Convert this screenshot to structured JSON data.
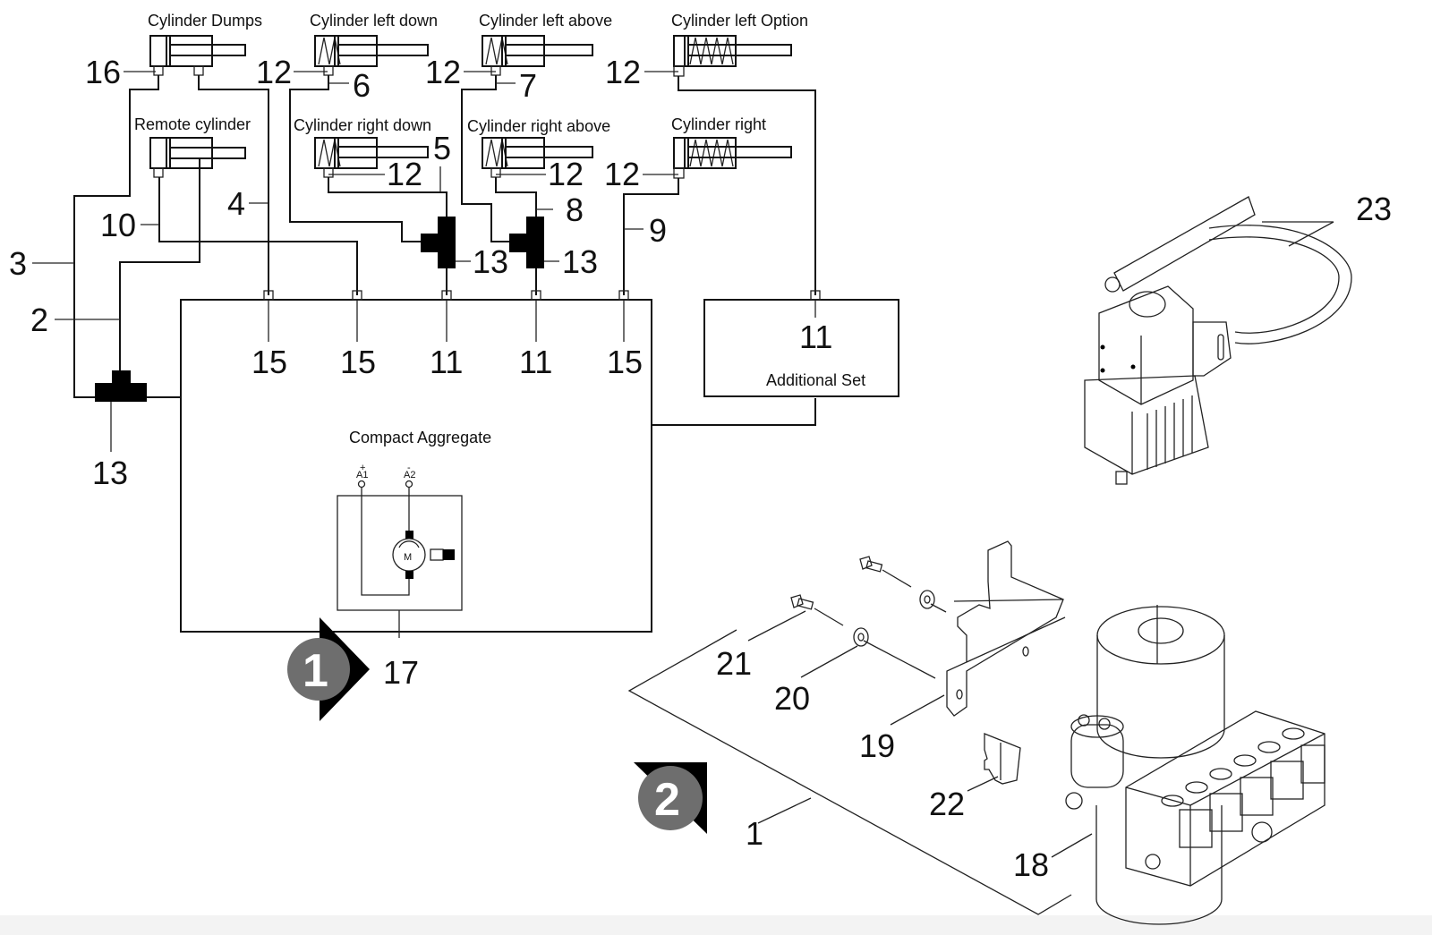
{
  "diagram": {
    "title": "Hydraulic compact aggregate parts diagram",
    "cylinders": [
      {
        "id": "dumps",
        "label": "Cylinder Dumps",
        "type": "double-acting"
      },
      {
        "id": "left-down",
        "label": "Cylinder left down",
        "type": "spring"
      },
      {
        "id": "left-above",
        "label": "Cylinder left above",
        "type": "spring"
      },
      {
        "id": "left-option",
        "label": "Cylinder left Option",
        "type": "spring-rod"
      },
      {
        "id": "remote",
        "label": "Remote cylinder",
        "type": "double-acting"
      },
      {
        "id": "right-down",
        "label": "Cylinder right down",
        "type": "spring"
      },
      {
        "id": "right-above",
        "label": "Cylinder right above",
        "type": "spring"
      },
      {
        "id": "right",
        "label": "Cylinder right",
        "type": "spring-rod"
      }
    ],
    "blocks": {
      "compact_aggregate": "Compact Aggregate",
      "additional_set": "Additional Set",
      "motor_symbol": "M",
      "terminal_a1": "A1",
      "terminal_a2": "A2",
      "terminal_a1_polarity": "+",
      "terminal_a2_polarity": "-"
    },
    "callouts": {
      "c16": "16",
      "c12_a": "12",
      "c6": "6",
      "c12_b": "12",
      "c7": "7",
      "c12_c": "12",
      "c5": "5",
      "c12_d": "12",
      "c12_e": "12",
      "c8": "8",
      "c12_f": "12",
      "c4": "4",
      "c10": "10",
      "c3": "3",
      "c2": "2",
      "c9": "9",
      "c13_a": "13",
      "c13_b": "13",
      "c13_c": "13",
      "c15_a": "15",
      "c15_b": "15",
      "c11_a": "11",
      "c11_b": "11",
      "c15_c": "15",
      "c11_add": "11",
      "c17": "17",
      "c23": "23",
      "c21": "21",
      "c20": "20",
      "c19": "19",
      "c22": "22",
      "c1": "1",
      "c18": "18"
    },
    "badges": {
      "badge1": "1",
      "badge2": "2"
    },
    "colors": {
      "line": "#111111",
      "badge_fill": "#6e6e6e",
      "badge_arrow": "#000000"
    }
  }
}
